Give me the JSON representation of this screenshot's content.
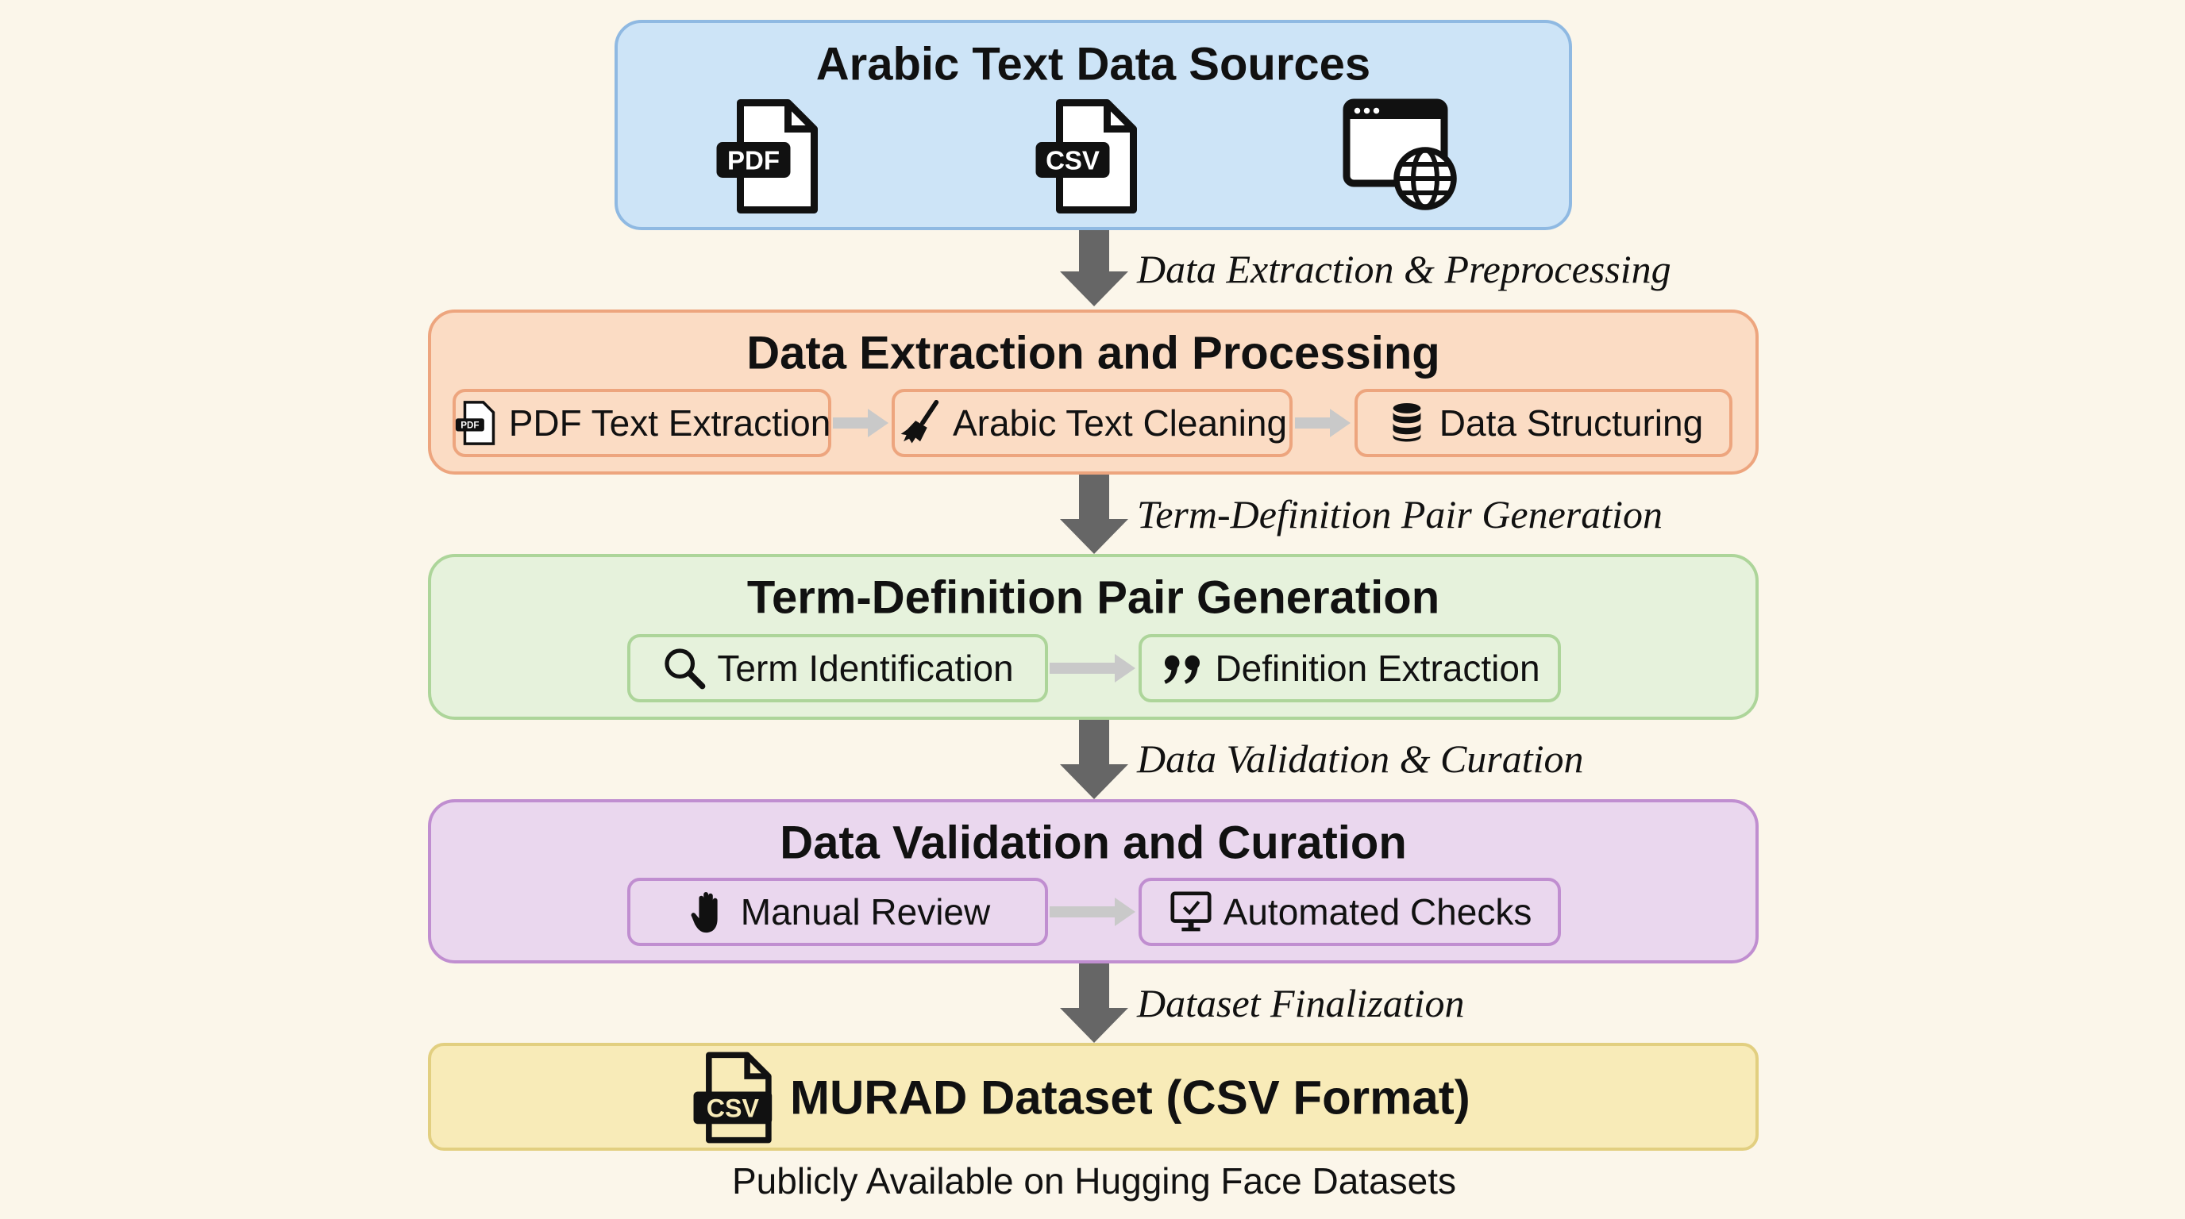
{
  "sources": {
    "title": "Arabic Text Data Sources",
    "icons": [
      {
        "name": "pdf-file-icon",
        "label": "PDF"
      },
      {
        "name": "csv-file-icon",
        "label": "CSV"
      },
      {
        "name": "web-globe-icon"
      }
    ]
  },
  "flow_labels": [
    "Data Extraction & Preprocessing",
    "Term-Definition Pair Generation",
    "Data Validation & Curation",
    "Dataset Finalization"
  ],
  "extraction": {
    "title": "Data Extraction and Processing",
    "steps": [
      "PDF Text Extraction",
      "Arabic Text Cleaning",
      "Data Structuring"
    ],
    "pdf_icon_label": "PDF"
  },
  "generation": {
    "title": "Term-Definition Pair Generation",
    "steps": [
      "Term Identification",
      "Definition Extraction"
    ]
  },
  "validation": {
    "title": "Data Validation and Curation",
    "steps": [
      "Manual Review",
      "Automated Checks"
    ]
  },
  "output": {
    "title": "MURAD Dataset (CSV Format)",
    "icon_label": "CSV",
    "note": "Publicly Available on Hugging Face Datasets"
  },
  "colors": {
    "blue": "#cde4f7",
    "orange": "#fbdcc4",
    "green": "#e6f2dc",
    "purple": "#ead7ee",
    "yellow": "#f8ebb8",
    "arrow": "#666666"
  }
}
